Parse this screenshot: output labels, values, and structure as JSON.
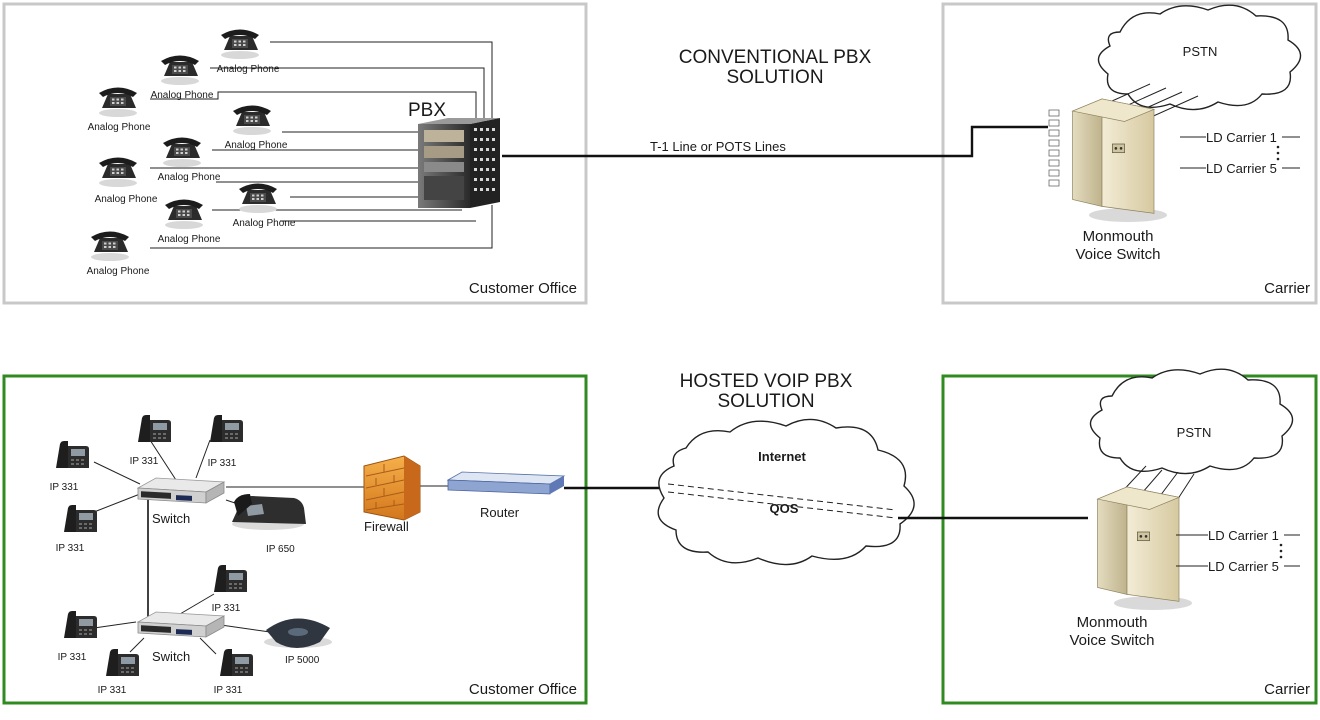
{
  "top": {
    "title_line1": "CONVENTIONAL PBX",
    "title_line2": "SOLUTION",
    "customer_office_label": "Customer Office",
    "carrier_label": "Carrier",
    "pbx_label": "PBX",
    "link_label": "T-1 Line or POTS Lines",
    "pstn_label": "PSTN",
    "switch_line1": "Monmouth",
    "switch_line2": "Voice Switch",
    "ld_carrier_1": "LD Carrier 1",
    "ld_carrier_5": "LD Carrier 5",
    "phone_label": "Analog Phone",
    "box_color": "#c8c8c8"
  },
  "bottom": {
    "title_line1": "HOSTED VOIP PBX",
    "title_line2": "SOLUTION",
    "customer_office_label": "Customer Office",
    "carrier_label": "Carrier",
    "switch_label": "Switch",
    "firewall_label": "Firewall",
    "router_label": "Router",
    "internet_label": "Internet",
    "qos_label": "QOS",
    "pstn_label": "PSTN",
    "switch_line1": "Monmouth",
    "switch_line2": "Voice Switch",
    "ld_carrier_1": "LD Carrier 1",
    "ld_carrier_5": "LD Carrier 5",
    "ip331_label": "IP 331",
    "ip650_label": "IP 650",
    "ip5000_label": "IP 5000",
    "box_color": "#2f8a20"
  }
}
